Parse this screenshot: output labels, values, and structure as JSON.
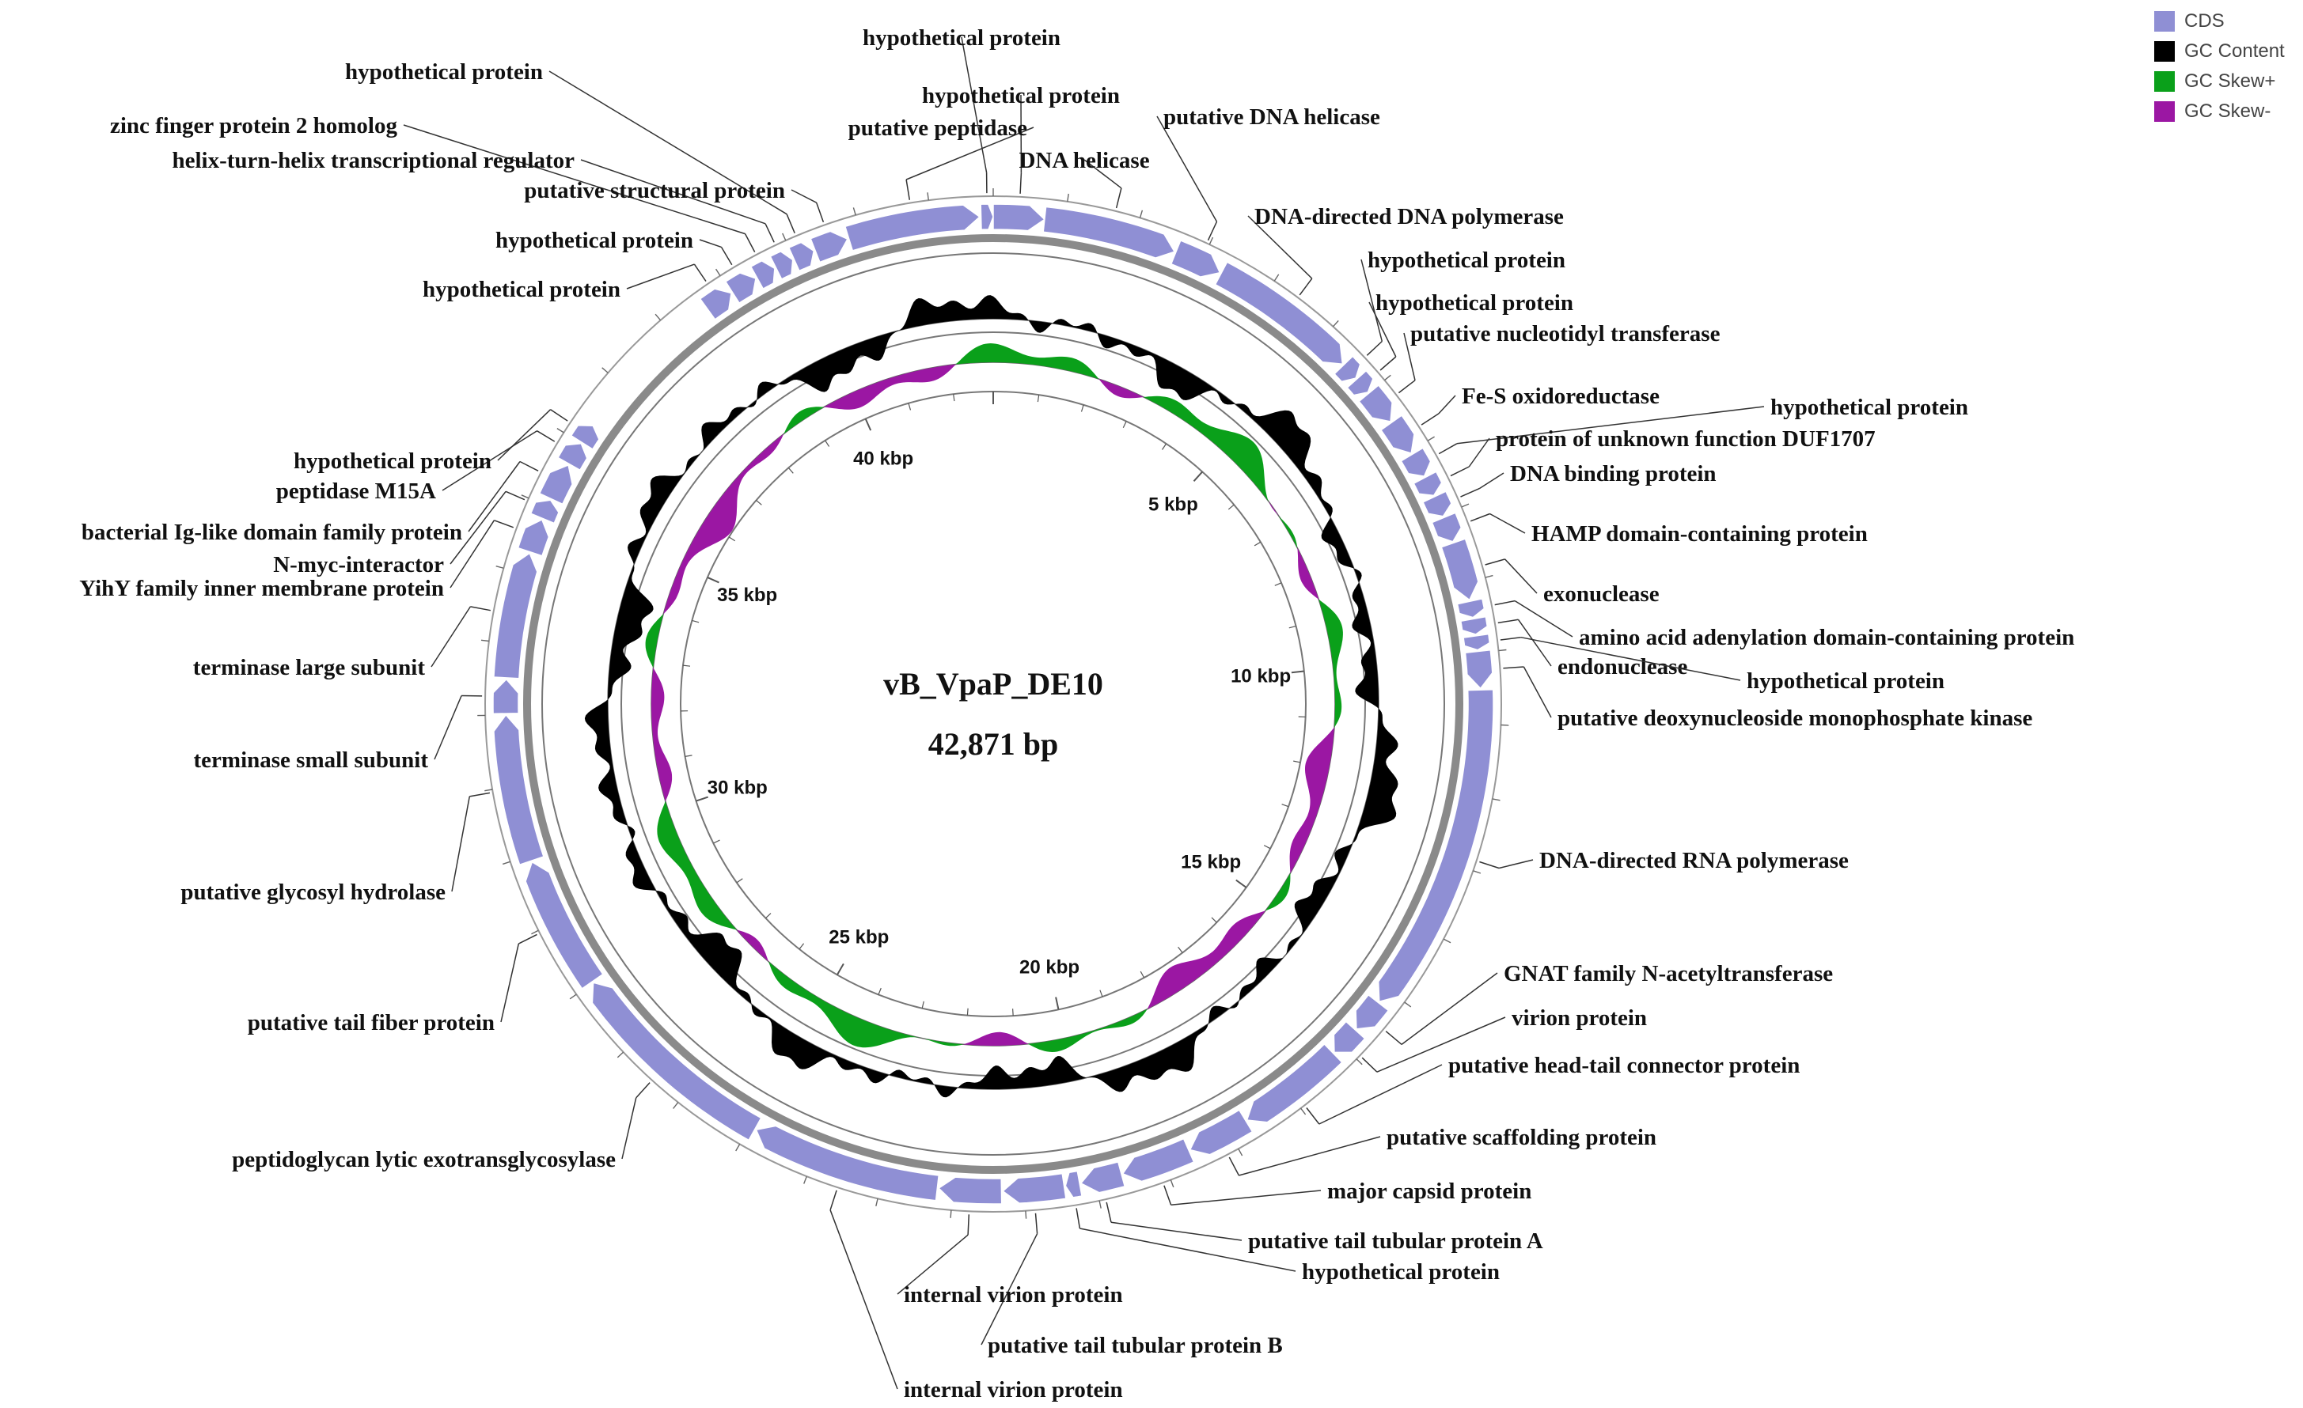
{
  "title": "vB_VpaP_DE10",
  "length_label": "42,871 bp",
  "genome_length": 42871,
  "legend": [
    {
      "label": "CDS",
      "color": "#8f8fd4"
    },
    {
      "label": "GC Content",
      "color": "#000000"
    },
    {
      "label": "GC Skew+",
      "color": "#0aa01a"
    },
    {
      "label": "GC Skew-",
      "color": "#9b17a3"
    }
  ],
  "kbp_ticks": [
    {
      "pos": 5000,
      "label": "5 kbp"
    },
    {
      "pos": 10000,
      "label": "10 kbp"
    },
    {
      "pos": 15000,
      "label": "15 kbp"
    },
    {
      "pos": 20000,
      "label": "20 kbp"
    },
    {
      "pos": 25000,
      "label": "25 kbp"
    },
    {
      "pos": 30000,
      "label": "30 kbp"
    },
    {
      "pos": 35000,
      "label": "35 kbp"
    },
    {
      "pos": 40000,
      "label": "40 kbp"
    }
  ],
  "genes": [
    {
      "label": "hypothetical protein",
      "start": 42700,
      "end": 42871
    },
    {
      "label": "hypothetical protein",
      "start": 0,
      "end": 720
    },
    {
      "label": "DNA helicase",
      "start": 720,
      "end": 2600
    },
    {
      "label": "putative DNA helicase",
      "start": 2620,
      "end": 3300
    },
    {
      "label": "DNA-directed DNA polymerase",
      "start": 3320,
      "end": 5450
    },
    {
      "label": "hypothetical protein",
      "start": 5470,
      "end": 5720
    },
    {
      "label": "hypothetical protein",
      "start": 5740,
      "end": 5980
    },
    {
      "label": "putative nucleotidyl transferase",
      "start": 6000,
      "end": 6500
    },
    {
      "label": "Fe-S oxidoreductase",
      "start": 6520,
      "end": 7030
    },
    {
      "label": "hypothetical protein",
      "start": 7050,
      "end": 7400
    },
    {
      "label": "protein of unknown function DUF1707",
      "start": 7420,
      "end": 7700
    },
    {
      "label": "DNA binding protein",
      "start": 7720,
      "end": 8020
    },
    {
      "label": "HAMP domain-containing protein",
      "start": 8040,
      "end": 8400
    },
    {
      "label": "exonuclease",
      "start": 8420,
      "end": 9250
    },
    {
      "label": "amino acid adenylation domain-containing protein",
      "start": 9270,
      "end": 9500
    },
    {
      "label": "endonuclease",
      "start": 9520,
      "end": 9740
    },
    {
      "label": "hypothetical protein",
      "start": 9760,
      "end": 9960
    },
    {
      "label": "putative deoxynucleoside monophosphate kinase",
      "start": 9980,
      "end": 10500
    },
    {
      "label": "DNA-directed RNA polymerase",
      "start": 10520,
      "end": 15200
    },
    {
      "label": "GNAT family N-acetyltransferase",
      "start": 15220,
      "end": 15700
    },
    {
      "label": "virion protein",
      "start": 15720,
      "end": 16150
    },
    {
      "label": "putative head-tail connector protein",
      "start": 16170,
      "end": 17700
    },
    {
      "label": "putative scaffolding protein",
      "start": 17720,
      "end": 18600
    },
    {
      "label": "major capsid protein",
      "start": 18620,
      "end": 19600
    },
    {
      "label": "putative tail tubular protein A",
      "start": 19620,
      "end": 20200
    },
    {
      "label": "hypothetical protein",
      "start": 20220,
      "end": 20420
    },
    {
      "label": "putative tail tubular protein B",
      "start": 20440,
      "end": 21300
    },
    {
      "label": "internal virion protein",
      "start": 21320,
      "end": 22200
    },
    {
      "label": "internal virion protein",
      "start": 22220,
      "end": 24900
    },
    {
      "label": "peptidoglycan lytic exotransglycosylase",
      "start": 24920,
      "end": 28000
    },
    {
      "label": "putative tail fiber protein",
      "start": 28020,
      "end": 29900
    },
    {
      "label": "putative glycosyl hydrolase",
      "start": 29920,
      "end": 32000
    },
    {
      "label": "terminase small subunit",
      "start": 32020,
      "end": 32500
    },
    {
      "label": "terminase large subunit",
      "start": 32520,
      "end": 34300
    },
    {
      "label": "YihY family inner membrane protein",
      "start": 34320,
      "end": 34800
    },
    {
      "label": "N-myc-interactor",
      "start": 34820,
      "end": 35100
    },
    {
      "label": "bacterial Ig-like domain family protein",
      "start": 35120,
      "end": 35650
    },
    {
      "label": "peptidase M15A",
      "start": 35670,
      "end": 36000
    },
    {
      "label": "hypothetical protein",
      "start": 36020,
      "end": 36300
    },
    {
      "label": "hypothetical protein",
      "start": 38600,
      "end": 39000
    },
    {
      "label": "hypothetical protein",
      "start": 39020,
      "end": 39400
    },
    {
      "label": "zinc finger protein 2 homolog",
      "start": 39420,
      "end": 39700
    },
    {
      "label": "helix-turn-helix transcriptional regulator",
      "start": 39720,
      "end": 39980
    },
    {
      "label": "hypothetical protein",
      "start": 40000,
      "end": 40300
    },
    {
      "label": "putative structural protein",
      "start": 40320,
      "end": 40800
    },
    {
      "label": "putative peptidase",
      "start": 40820,
      "end": 42680
    }
  ]
}
